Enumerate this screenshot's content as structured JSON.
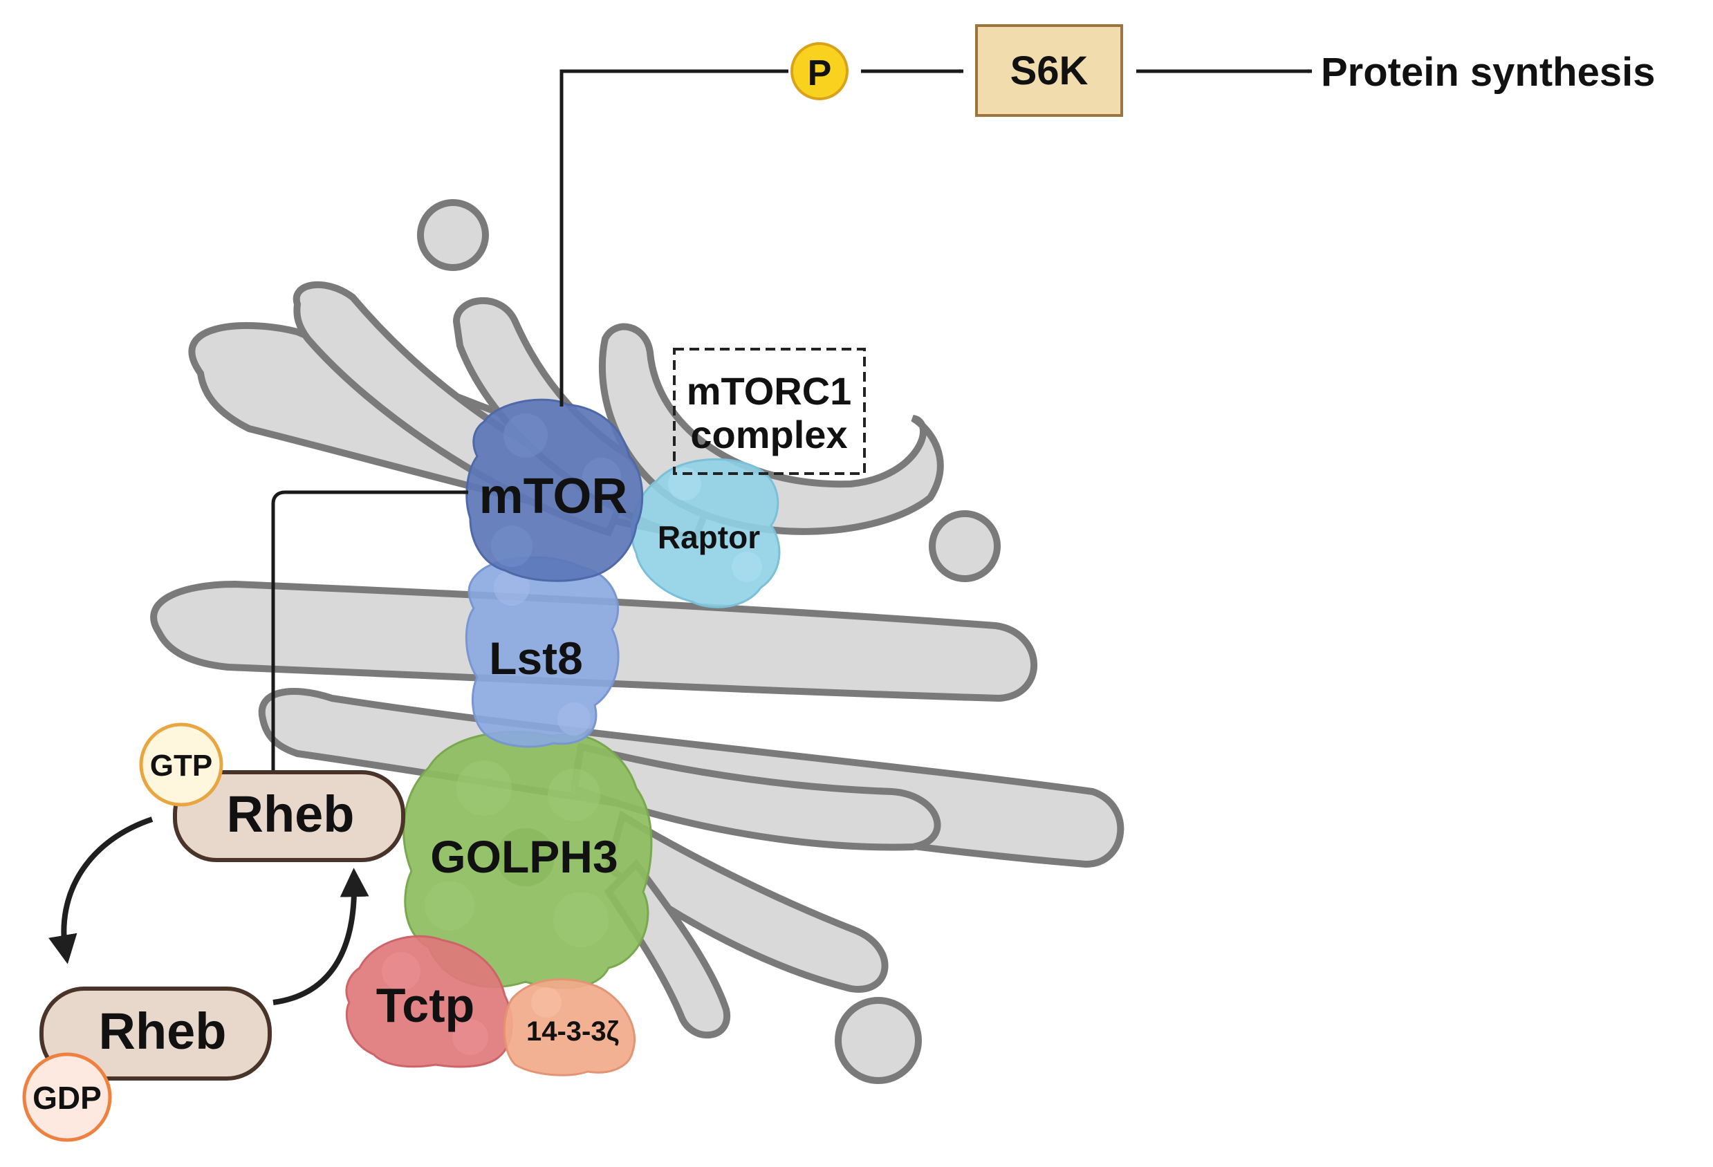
{
  "labels": {
    "phospho": "P",
    "s6k": "S6K",
    "output": "Protein synthesis",
    "complex_line1": "mTORC1",
    "complex_line2": "complex",
    "mtor": "mTOR",
    "raptor": "Raptor",
    "lst8": "Lst8",
    "golph3": "GOLPH3",
    "tctp": "Tctp",
    "ywhaz": "14-3-3ζ",
    "rheb_active": "Rheb",
    "rheb_inactive": "Rheb",
    "gtp": "GTP",
    "gdp": "GDP"
  },
  "colors": {
    "golgi_fill": "#d9d9d9",
    "golgi_stroke": "#7a7a7a",
    "mtor": "#5c77b8",
    "raptor": "#8fd0e6",
    "lst8": "#89a8e0",
    "golph3": "#8cbd5e",
    "tctp": "#e0787c",
    "ywhaz": "#f2aa8b",
    "rheb_fill": "#e8d8cc",
    "rheb_stroke": "#4a3328",
    "gtp_fill": "#fff6de",
    "gtp_stroke": "#e8a640",
    "gdp_fill": "#fde9e0",
    "gdp_stroke": "#ee8040",
    "phospho_fill": "#f9d21f",
    "s6k_fill": "#f1dcae",
    "s6k_stroke": "#9c7440"
  }
}
